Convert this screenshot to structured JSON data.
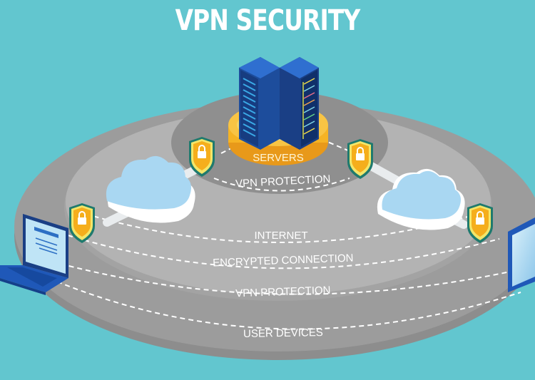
{
  "title": "VPN SECURITY",
  "colors": {
    "background": "#62c6cf",
    "tier_outer": "#9c9c9c",
    "tier_middle": "#b3b3b3",
    "tier_inner": "#8f8f8f",
    "shield_gold": "#f5ae1c",
    "shield_rim": "#f3e66a",
    "shield_edge": "#1f7a6e",
    "server_blue": "#1c4fa6",
    "server_pedestal": "#f5b324",
    "cloud": "#a9d7f2",
    "device_blue": "#1f58b8"
  },
  "labels": {
    "servers": "SERVERS",
    "vpn_protection_inner": "VPN PROTECTION",
    "internet": "INTERNET",
    "encrypted_connection": "ENCRYPTED CONNECTION",
    "vpn_protection_outer": "VPN PROTECTION",
    "user_devices": "USER DEVICES"
  },
  "icons": {
    "server": "server-rack-icon",
    "cloud": "cloud-icon",
    "shield": "shield-lock-icon",
    "laptop": "laptop-icon",
    "tablet": "tablet-icon"
  }
}
